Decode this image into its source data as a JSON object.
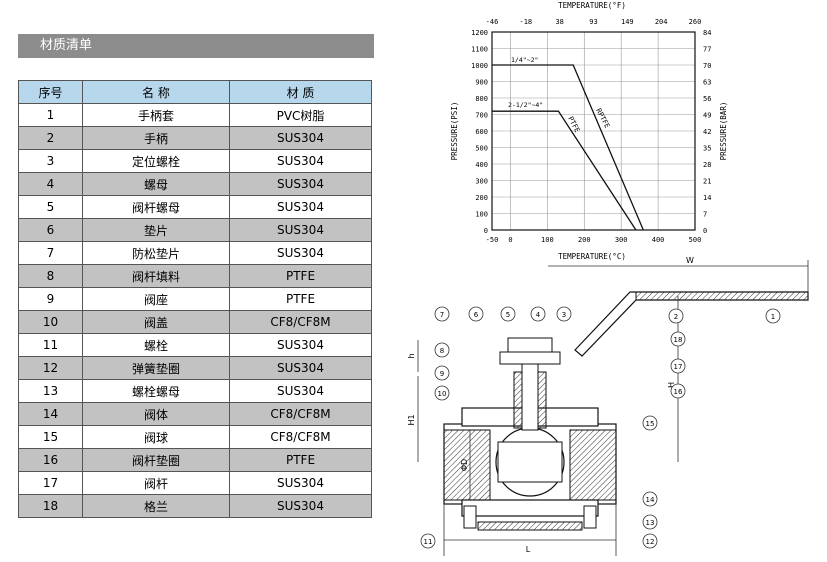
{
  "section_title": "材质清单",
  "table": {
    "headers": [
      "序号",
      "名  称",
      "材  质"
    ],
    "rows": [
      [
        "1",
        "手柄套",
        "PVC树脂"
      ],
      [
        "2",
        "手柄",
        "SUS304"
      ],
      [
        "3",
        "定位螺栓",
        "SUS304"
      ],
      [
        "4",
        "螺母",
        "SUS304"
      ],
      [
        "5",
        "阀杆螺母",
        "SUS304"
      ],
      [
        "6",
        "垫片",
        "SUS304"
      ],
      [
        "7",
        "防松垫片",
        "SUS304"
      ],
      [
        "8",
        "阀杆填料",
        "PTFE"
      ],
      [
        "9",
        "阀座",
        "PTFE"
      ],
      [
        "10",
        "阀盖",
        "CF8/CF8M"
      ],
      [
        "11",
        "螺栓",
        "SUS304"
      ],
      [
        "12",
        "弹簧垫圈",
        "SUS304"
      ],
      [
        "13",
        "螺栓螺母",
        "SUS304"
      ],
      [
        "14",
        "阀体",
        "CF8/CF8M"
      ],
      [
        "15",
        "阀球",
        "CF8/CF8M"
      ],
      [
        "16",
        "阀杆垫圈",
        "PTFE"
      ],
      [
        "17",
        "阀杆",
        "SUS304"
      ],
      [
        "18",
        "格兰",
        "SUS304"
      ]
    ]
  },
  "chart": {
    "top_axis_label": "TEMPERATURE(°F)",
    "top_ticks": [
      "-46",
      "-18",
      "38",
      "93",
      "149",
      "204",
      "260"
    ],
    "bottom_axis_label": "TEMPERATURE(°C)",
    "bottom_ticks": [
      "-50",
      "0",
      "100",
      "200",
      "300",
      "400",
      "500"
    ],
    "left_axis_label": "PRESSURE(PSI)",
    "left_ticks": [
      "1200",
      "1100",
      "1000",
      "900",
      "800",
      "700",
      "600",
      "500",
      "400",
      "300",
      "200",
      "100",
      "0"
    ],
    "right_axis_label": "PRESSURE(BAR)",
    "right_ticks": [
      "84",
      "77",
      "70",
      "63",
      "56",
      "49",
      "42",
      "35",
      "28",
      "21",
      "14",
      "7",
      "0"
    ],
    "series_labels": [
      "1/4\"~2\"",
      "2-1/2\"~4\""
    ],
    "line_labels": [
      "RPTFE",
      "PTFE"
    ]
  },
  "chart_data": {
    "type": "line",
    "xlabel": "TEMPERATURE(°C)",
    "ylabel": "PRESSURE(PSI)",
    "xlim": [
      -50,
      500
    ],
    "ylim": [
      0,
      1200
    ],
    "grid": true,
    "series": [
      {
        "name": "1/4\"~2\"",
        "x": [
          -50,
          170,
          360
        ],
        "y": [
          1000,
          1000,
          0
        ]
      },
      {
        "name": "2-1/2\"~4\"",
        "x": [
          -50,
          130,
          340
        ],
        "y": [
          720,
          720,
          0
        ]
      }
    ]
  },
  "drawing": {
    "callouts": [
      "1",
      "2",
      "3",
      "4",
      "5",
      "6",
      "7",
      "8",
      "9",
      "10",
      "11",
      "12",
      "13",
      "14",
      "15",
      "16",
      "17",
      "18"
    ],
    "dims": {
      "w": "W",
      "h": "h",
      "h_big": "H",
      "h1": "H1",
      "d": "ΦD",
      "l": "L"
    }
  }
}
